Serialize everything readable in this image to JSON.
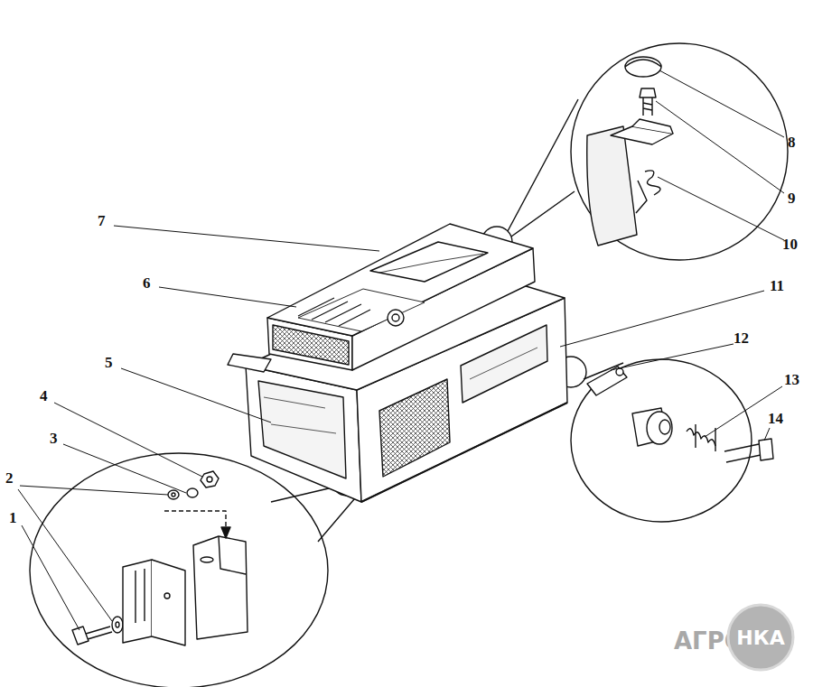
{
  "diagram": {
    "nodes": [
      {
        "text": [
          "НКА"
        ]
      }
    ],
    "labels": [
      "1",
      "2",
      "3",
      "4",
      "5",
      "6",
      "7",
      "8",
      "9",
      "10",
      "11",
      "12",
      "13",
      "14",
      "АГРО"
    ]
  }
}
